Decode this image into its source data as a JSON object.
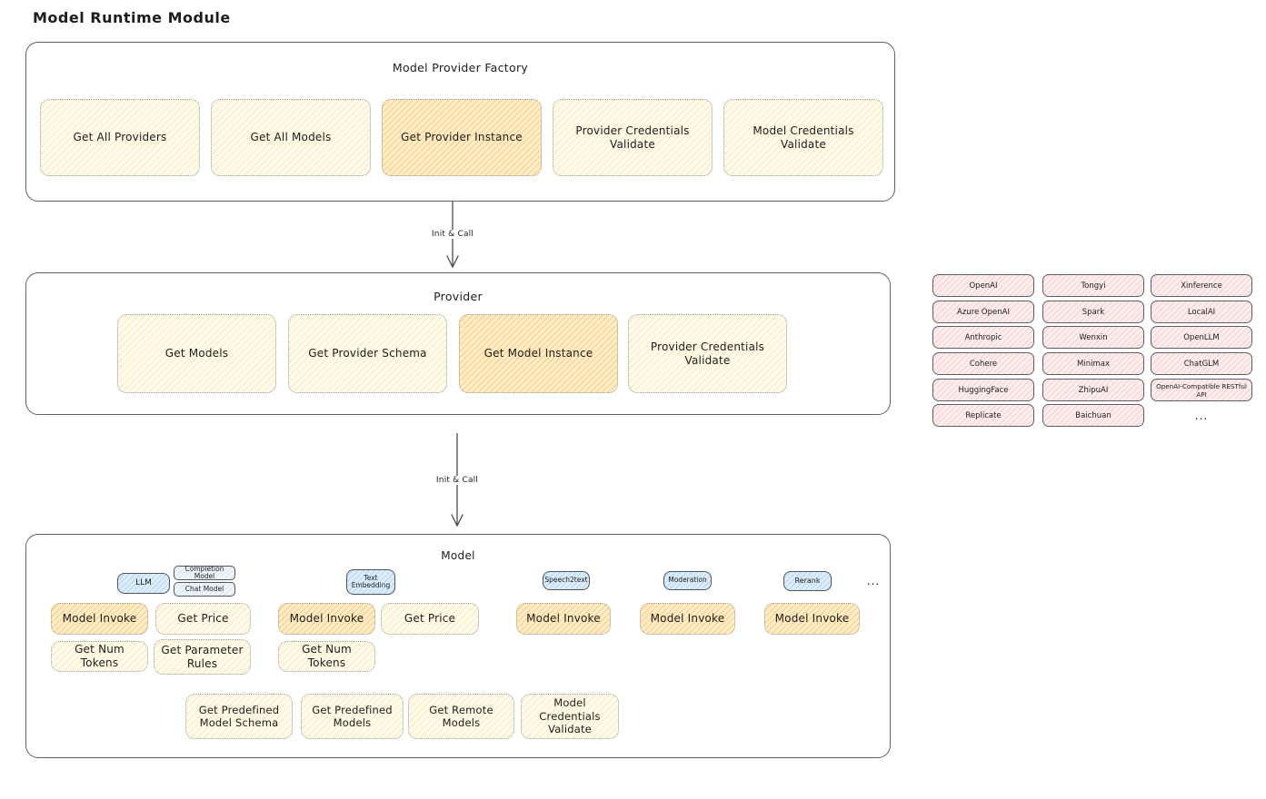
{
  "diagram_title": "Model Runtime Module",
  "colors": {
    "highlight_orange": "#f2a63c",
    "yellow_fill": "#fffbea",
    "pink_fill": "#fdeeee",
    "blue_fill": "#ddeefa"
  },
  "factory": {
    "title": "Model Provider Factory",
    "items": [
      "Get All Providers",
      "Get All Models",
      "Get Provider Instance",
      "Provider Credentials Validate",
      "Model Credentials Validate"
    ]
  },
  "arrows": {
    "init_call_1": "Init & Call",
    "init_call_2": "Init & Call"
  },
  "provider": {
    "title": "Provider",
    "items": [
      "Get Models",
      "Get Provider Schema",
      "Get Model Instance",
      "Provider Credentials Validate"
    ]
  },
  "providers_list": {
    "col1": [
      "OpenAI",
      "Azure OpenAI",
      "Anthropic",
      "Cohere",
      "HuggingFace",
      "Replicate"
    ],
    "col2": [
      "Tongyi",
      "Spark",
      "Wenxin",
      "Minimax",
      "ZhipuAI",
      "Baichuan"
    ],
    "col3": [
      "Xinference",
      "LocalAI",
      "OpenLLM",
      "ChatGLM",
      "OpenAI-Compatible RESTful API"
    ],
    "more": "..."
  },
  "model": {
    "title": "Model",
    "tabs": {
      "llm": "LLM",
      "completion": "Completion Model",
      "chat": "Chat Model",
      "embedding": "Text Embedding",
      "speech2text": "Speech2text",
      "moderation": "Moderation",
      "rerank": "Rerank",
      "more": "..."
    },
    "ops": {
      "llm": [
        "Model Invoke",
        "Get Price",
        "Get Num Tokens",
        "Get Parameter Rules"
      ],
      "embedding": [
        "Model Invoke",
        "Get Price",
        "Get Num Tokens"
      ],
      "speech2text": [
        "Model Invoke"
      ],
      "moderation": [
        "Model Invoke"
      ],
      "rerank": [
        "Model Invoke"
      ]
    },
    "common_ops": [
      "Get Predefined Model Schema",
      "Get Predefined Models",
      "Get Remote Models",
      "Model Credentials Validate"
    ]
  }
}
